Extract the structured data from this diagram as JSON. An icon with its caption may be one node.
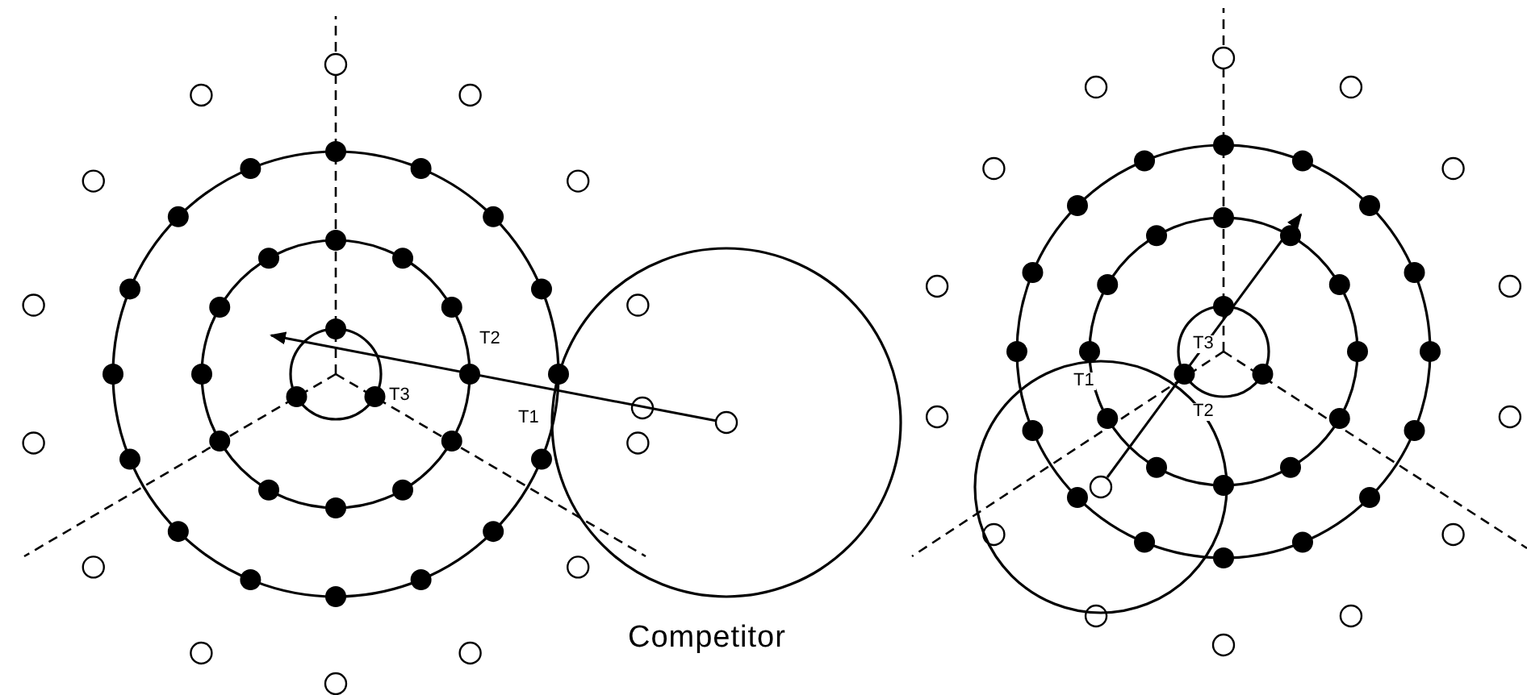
{
  "diagram": {
    "labels": [
      "T2",
      "T3",
      "T1",
      "Competitor",
      "T3",
      "T1",
      "T2"
    ]
  }
}
